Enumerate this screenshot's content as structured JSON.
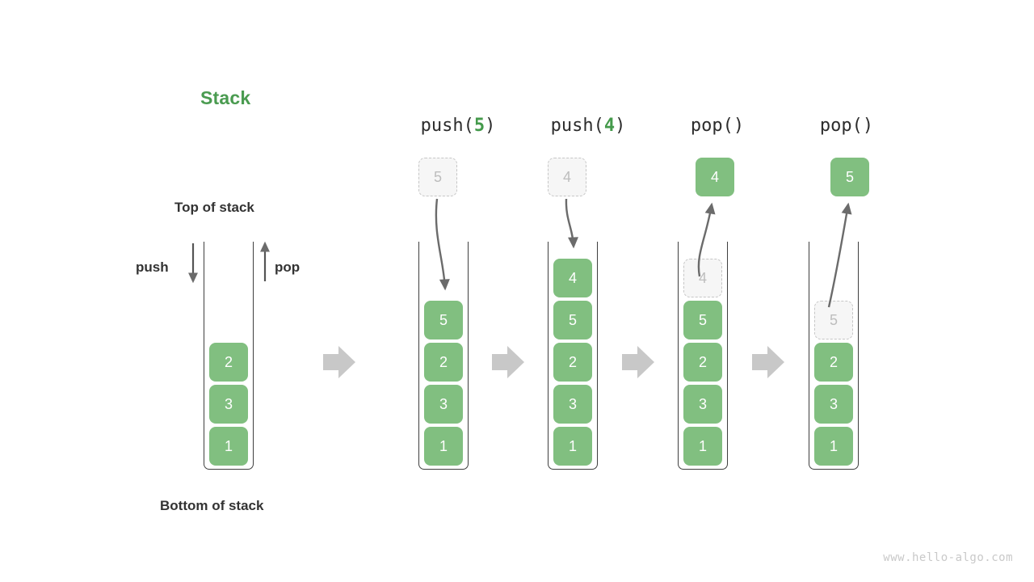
{
  "diagram": {
    "title": "Stack",
    "title_color": "#4a9b50",
    "fill_color": "#81bf80",
    "ghost_color": "#bdbdbd",
    "arrow_color": "#6b6b6b",
    "separator_color": "#c8c8c8",
    "labels": {
      "top_of_stack": "Top of stack",
      "bottom_of_stack": "Bottom of stack",
      "push": "push",
      "pop": "pop"
    },
    "watermark": "www.hello-algo.com",
    "stages": [
      {
        "id": "initial",
        "header_prefix": "",
        "header_arg": "",
        "header_suffix": "",
        "cells": [
          "2",
          "3",
          "1"
        ],
        "ghost_top": null,
        "floating": null
      },
      {
        "id": "push-5",
        "header_prefix": "push(",
        "header_arg": "5",
        "header_suffix": ")",
        "cells": [
          "5",
          "2",
          "3",
          "1"
        ],
        "ghost_top": null,
        "floating": {
          "value": "5",
          "style": "ghost",
          "direction": "down"
        }
      },
      {
        "id": "push-4",
        "header_prefix": "push(",
        "header_arg": "4",
        "header_suffix": ")",
        "cells": [
          "4",
          "5",
          "2",
          "3",
          "1"
        ],
        "ghost_top": null,
        "floating": {
          "value": "4",
          "style": "ghost",
          "direction": "down"
        }
      },
      {
        "id": "pop-1",
        "header_prefix": "pop(",
        "header_arg": "",
        "header_suffix": ")",
        "cells": [
          "5",
          "2",
          "3",
          "1"
        ],
        "ghost_top": "4",
        "floating": {
          "value": "4",
          "style": "filled",
          "direction": "up"
        }
      },
      {
        "id": "pop-2",
        "header_prefix": "pop(",
        "header_arg": "",
        "header_suffix": ")",
        "cells": [
          "2",
          "3",
          "1"
        ],
        "ghost_top": "5",
        "floating": {
          "value": "5",
          "style": "filled",
          "direction": "up"
        }
      }
    ],
    "separators": [
      "arrow-right",
      "arrow-right",
      "arrow-right",
      "arrow-right"
    ]
  }
}
